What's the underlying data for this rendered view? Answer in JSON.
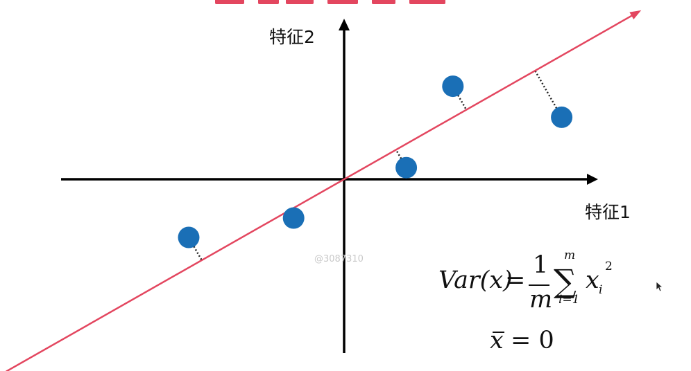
{
  "axes": {
    "x_label": "特征1",
    "y_label": "特征2"
  },
  "watermark": "@3087310",
  "formula_variance": {
    "lhs": "Var(x)",
    "equals": "=",
    "fraction_numerator": "1",
    "fraction_denominator": "m",
    "sum_sign": "∑",
    "sum_upper": "m",
    "sum_lower": "i=1",
    "term_base": "x",
    "term_subscript": "i",
    "term_power": "2"
  },
  "formula_mean": {
    "lhs": "x",
    "rhs": "= 0"
  },
  "colors": {
    "axis": "#000000",
    "fit_line": "#e3465f",
    "points": "#1a6fb6",
    "projection": "#222222",
    "title_fragment": "#e3465f"
  },
  "data_points": [
    {
      "x": -4.0,
      "y": -1.5
    },
    {
      "x": -1.3,
      "y": -1.0
    },
    {
      "x": 1.6,
      "y": 0.3
    },
    {
      "x": 2.8,
      "y": 2.4
    },
    {
      "x": 5.6,
      "y": 1.6
    }
  ],
  "principal_direction": {
    "slope": 0.57
  }
}
